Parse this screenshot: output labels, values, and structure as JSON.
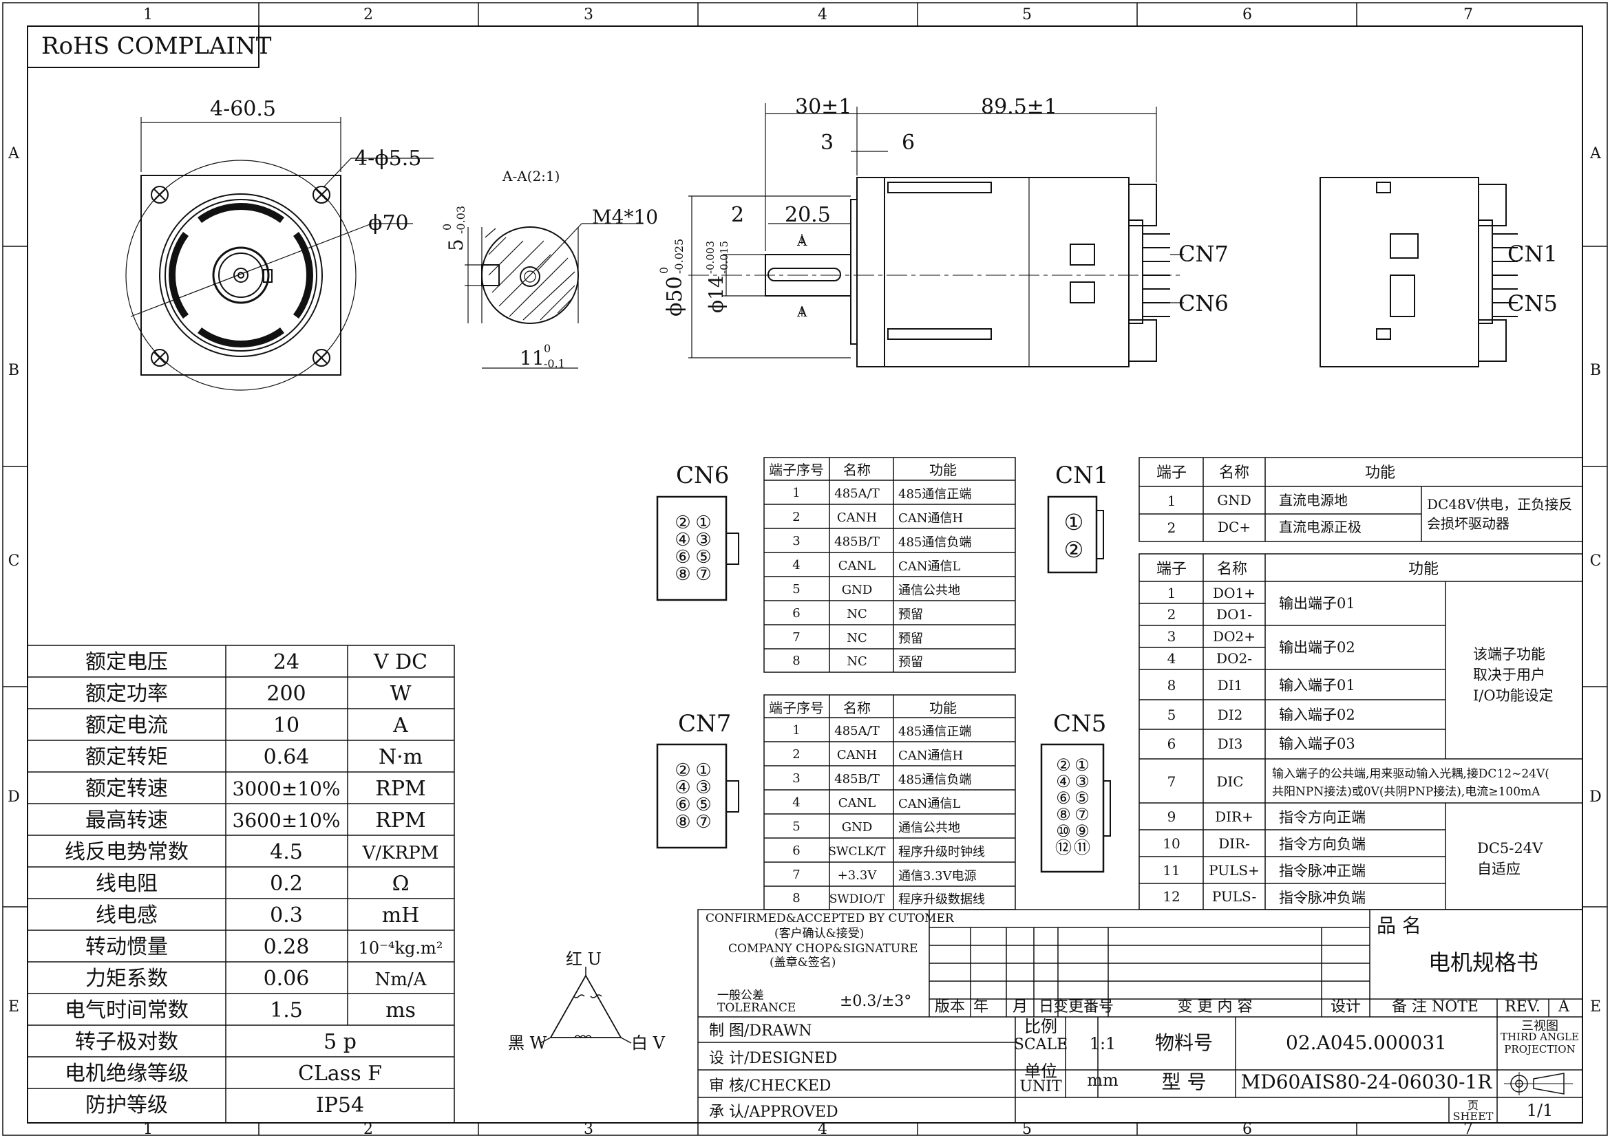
{
  "title_block_label": "RoHS COMPLAINT",
  "grid": {
    "columns": [
      "1",
      "2",
      "3",
      "4",
      "5",
      "6",
      "7"
    ],
    "rows": [
      "A",
      "B",
      "C",
      "D",
      "E"
    ]
  },
  "front_view": {
    "dim_mount": "4-60.5",
    "dim_holes": "4-ϕ5.5",
    "dim_pilot": "ϕ70"
  },
  "section_view": {
    "label": "A-A(2:1)",
    "dim_key": "5",
    "dim_key_tol_up": "0",
    "dim_key_tol_low": "-0.03",
    "dim_thread": "M4*10",
    "dim_width": "11",
    "dim_width_tol_up": "0",
    "dim_width_tol_low": "-0.1"
  },
  "side_view": {
    "dim_shaft_len": "30±1",
    "dim_body_len": "89.5±1",
    "dim_flange": "3",
    "dim_step": "6",
    "dim_key_off": "2",
    "dim_key_len": "20.5",
    "dim_dia50": "ϕ50",
    "dim_dia50_tol_up": "0",
    "dim_dia50_tol_low": "-0.025",
    "dim_dia14": "ϕ14",
    "dim_dia14_tol_up": "-0.003",
    "dim_dia14_tol_low": "-0.015",
    "section_mark": "A",
    "conn_upper": "CN7",
    "conn_lower": "CN6"
  },
  "rear_view": {
    "conn_upper": "CN1",
    "conn_lower": "CN5"
  },
  "connectors": {
    "cn6_label": "CN6",
    "cn7_label": "CN7",
    "cn1_label": "CN1",
    "cn5_label": "CN5",
    "pins8": [
      "②",
      "①",
      "④",
      "③",
      "⑥",
      "⑤",
      "⑧",
      "⑦"
    ],
    "pins12": [
      "②",
      "①",
      "④",
      "③",
      "⑥",
      "⑤",
      "⑧",
      "⑦",
      "⑩",
      "⑨",
      "⑫",
      "⑪"
    ],
    "pins2": [
      "①",
      "②"
    ]
  },
  "cn6_table": {
    "headers": [
      "端子序号",
      "名称",
      "功能"
    ],
    "rows": [
      [
        "1",
        "485A/T",
        "485通信正端"
      ],
      [
        "2",
        "CANH",
        "CAN通信H"
      ],
      [
        "3",
        "485B/T",
        "485通信负端"
      ],
      [
        "4",
        "CANL",
        "CAN通信L"
      ],
      [
        "5",
        "GND",
        "通信公共地"
      ],
      [
        "6",
        "NC",
        "预留"
      ],
      [
        "7",
        "NC",
        "预留"
      ],
      [
        "8",
        "NC",
        "预留"
      ]
    ]
  },
  "cn7_table": {
    "headers": [
      "端子序号",
      "名称",
      "功能"
    ],
    "rows": [
      [
        "1",
        "485A/T",
        "485通信正端"
      ],
      [
        "2",
        "CANH",
        "CAN通信H"
      ],
      [
        "3",
        "485B/T",
        "485通信负端"
      ],
      [
        "4",
        "CANL",
        "CAN通信L"
      ],
      [
        "5",
        "GND",
        "通信公共地"
      ],
      [
        "6",
        "SWCLK/T",
        "程序升级时钟线"
      ],
      [
        "7",
        "+3.3V",
        "通信3.3V电源"
      ],
      [
        "8",
        "SWDIO/T",
        "程序升级数据线"
      ]
    ]
  },
  "cn1_table": {
    "headers": [
      "端子",
      "名称",
      "功能"
    ],
    "rows": [
      [
        "1",
        "GND",
        "直流电源地"
      ],
      [
        "2",
        "DC+",
        "直流电源正极"
      ]
    ],
    "note_1": "DC48V供电，正负接反",
    "note_2": "会损坏驱动器"
  },
  "cn5_table": {
    "headers": [
      "端子",
      "名称",
      "功能"
    ],
    "rows": [
      [
        "1",
        "DO1+"
      ],
      [
        "2",
        "DO1-"
      ],
      [
        "3",
        "DO2+"
      ],
      [
        "4",
        "DO2-"
      ],
      [
        "8",
        "DI1"
      ],
      [
        "5",
        "DI2"
      ],
      [
        "6",
        "DI3"
      ],
      [
        "7",
        "DIC"
      ],
      [
        "9",
        "DIR+"
      ],
      [
        "10",
        "DIR-"
      ],
      [
        "11",
        "PULS+"
      ],
      [
        "12",
        "PULS-"
      ]
    ],
    "func_out1": "输出端子01",
    "func_out2": "输出端子02",
    "func_in1": "输入端子01",
    "func_in2": "输入端子02",
    "func_in3": "输入端子03",
    "dic_line1": "输入端子的公共端,用来驱动输入光耦,接DC12~24V(",
    "dic_line2": "共阳NPN接法)或0V(共阴PNP接法),电流≥100mA",
    "dir_pos": "指令方向正端",
    "dir_neg": "指令方向负端",
    "puls_pos": "指令脉冲正端",
    "puls_neg": "指令脉冲负端",
    "note_user_1": "该端子功能",
    "note_user_2": "取决于用户",
    "note_user_3": "I/O功能设定",
    "note_dc_1": "DC5-24V",
    "note_dc_2": "自适应"
  },
  "specs": {
    "rows": [
      [
        "额定电压",
        "24",
        "V DC"
      ],
      [
        "额定功率",
        "200",
        "W"
      ],
      [
        "额定电流",
        "10",
        "A"
      ],
      [
        "额定转矩",
        "0.64",
        "N·m"
      ],
      [
        "额定转速",
        "3000±10%",
        "RPM"
      ],
      [
        "最高转速",
        "3600±10%",
        "RPM"
      ],
      [
        "线反电势常数",
        "4.5",
        "V/KRPM"
      ],
      [
        "线电阻",
        "0.2",
        "Ω"
      ],
      [
        "线电感",
        "0.3",
        "mH"
      ],
      [
        "转动惯量",
        "0.28",
        "10⁻⁴kg.m²"
      ],
      [
        "力矩系数",
        "0.06",
        "Nm/A"
      ],
      [
        "电气时间常数",
        "1.5",
        "ms"
      ],
      [
        "转子极对数",
        "5 p",
        ""
      ],
      [
        "电机绝缘等级",
        "CLass F",
        ""
      ],
      [
        "防护等级",
        "IP54",
        ""
      ]
    ]
  },
  "winding": {
    "red": "红 U",
    "black": "黑 W",
    "white": "白 V"
  },
  "title_block": {
    "confirm_en": "CONFIRMED&ACCEPTED BY CUTOMER",
    "confirm_cn": "(客户确认&接受)",
    "chop_en": "COMPANY CHOP&SIGNATURE",
    "chop_cn": "(盖章&签名)",
    "tol_cn": "一般公差",
    "tol_en": "TOLERANCE",
    "tol_value": "±0.3/±3°",
    "rev_headers": [
      "版本",
      "年",
      "月",
      "日",
      "变更番号",
      "变 更 内 容",
      "设计",
      "备 注 NOTE"
    ],
    "product_name_label": "品 名",
    "product_name": "电机规格书",
    "rev_label": "REV.",
    "rev_value": "A",
    "drawn": "制 图/DRAWN",
    "designed": "设 计/DESIGNED",
    "checked": "审 核/CHECKED",
    "approved": "承 认/APPROVED",
    "scale_cn": "比例",
    "scale_en": "SCALE",
    "scale_value": "1:1",
    "unit_cn": "单位",
    "unit_en": "UNIT",
    "unit_value": "mm",
    "material_label": "物料号",
    "material_value": "02.A045.000031",
    "model_label": "型 号",
    "model_value": "MD60AIS80-24-06030-1R",
    "projection_cn": "三视图",
    "projection_en_1": "THIRD ANGLE",
    "projection_en_2": "PROJECTION",
    "sheet_cn": "页",
    "sheet_en": "SHEET",
    "sheet_value": "1/1"
  }
}
